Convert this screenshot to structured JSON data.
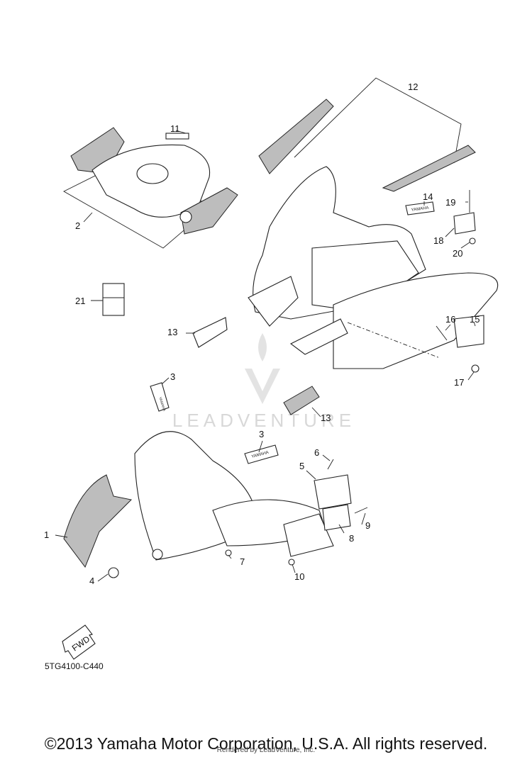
{
  "diagram": {
    "part_code": "5TG4100-C440",
    "callouts": [
      {
        "id": "c1",
        "label": "1"
      },
      {
        "id": "c2",
        "label": "2"
      },
      {
        "id": "c3a",
        "label": "3"
      },
      {
        "id": "c3b",
        "label": "3"
      },
      {
        "id": "c4",
        "label": "4"
      },
      {
        "id": "c5",
        "label": "5"
      },
      {
        "id": "c6",
        "label": "6"
      },
      {
        "id": "c7",
        "label": "7"
      },
      {
        "id": "c8",
        "label": "8"
      },
      {
        "id": "c9",
        "label": "9"
      },
      {
        "id": "c10",
        "label": "10"
      },
      {
        "id": "c11",
        "label": "11"
      },
      {
        "id": "c12",
        "label": "12"
      },
      {
        "id": "c13a",
        "label": "13"
      },
      {
        "id": "c13b",
        "label": "13"
      },
      {
        "id": "c14",
        "label": "14"
      },
      {
        "id": "c15",
        "label": "15"
      },
      {
        "id": "c16",
        "label": "16"
      },
      {
        "id": "c17",
        "label": "17"
      },
      {
        "id": "c18",
        "label": "18"
      },
      {
        "id": "c19",
        "label": "19"
      },
      {
        "id": "c20",
        "label": "20"
      },
      {
        "id": "c21",
        "label": "21"
      }
    ],
    "decal_text": "YAMAHA",
    "fwd_label": "FWD",
    "watermark": "LEADVENTURE"
  },
  "footer": {
    "copyright": "©2013 Yamaha Motor Corporation, U.S.A. All rights reserved.",
    "rendered_by": "Rendered by LeadVenture, Inc."
  }
}
